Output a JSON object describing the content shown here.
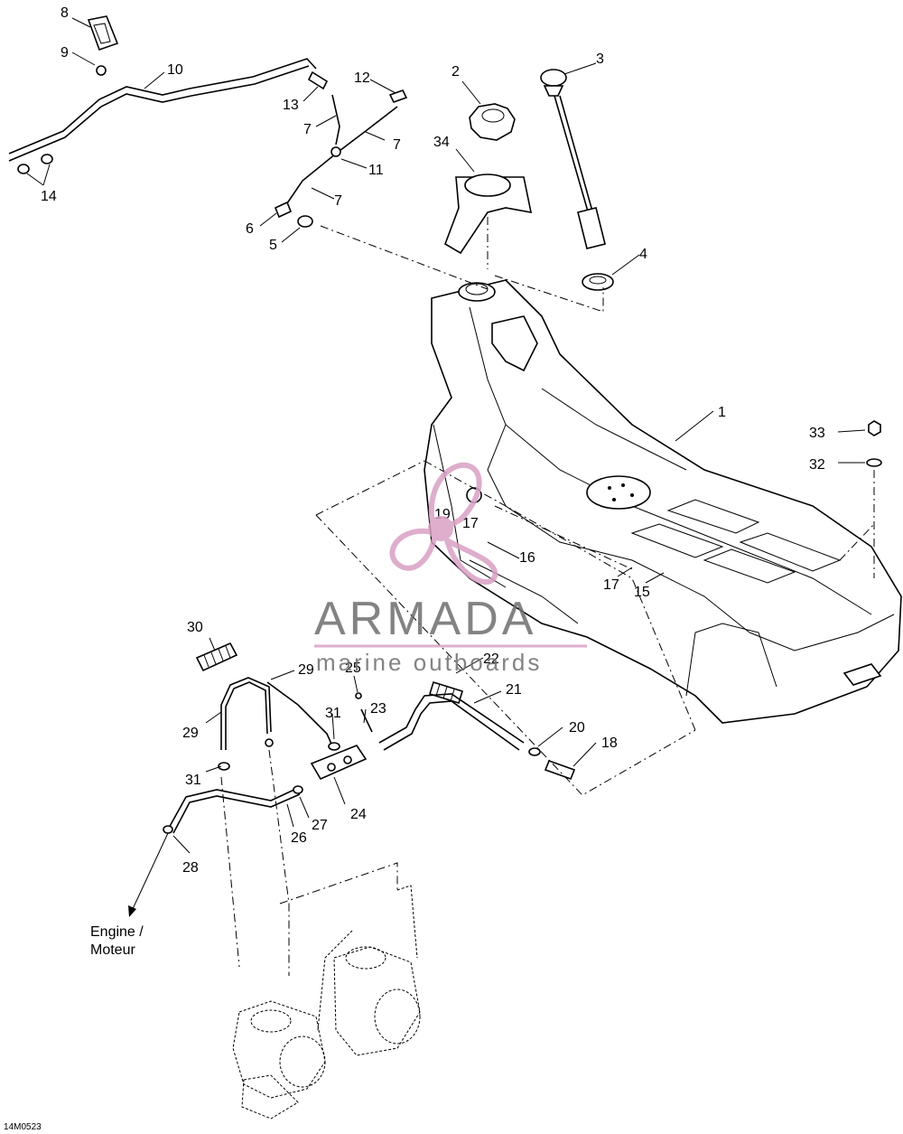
{
  "diagram": {
    "reference_code": "14M0523",
    "engine_label_line1": "Engine /",
    "engine_label_line2": "Moteur",
    "callouts": [
      "1",
      "2",
      "3",
      "4",
      "5",
      "6",
      "7",
      "7",
      "7",
      "8",
      "9",
      "10",
      "11",
      "12",
      "13",
      "14",
      "15",
      "16",
      "17",
      "17",
      "18",
      "19",
      "20",
      "21",
      "22",
      "23",
      "24",
      "25",
      "26",
      "27",
      "28",
      "29",
      "29",
      "30",
      "31",
      "31",
      "32",
      "33",
      "34"
    ]
  },
  "watermark": {
    "brand": "ARMADA",
    "tagline": "marine outboards",
    "color": "#d9a0c4",
    "text_color": "#6e6e6e"
  }
}
